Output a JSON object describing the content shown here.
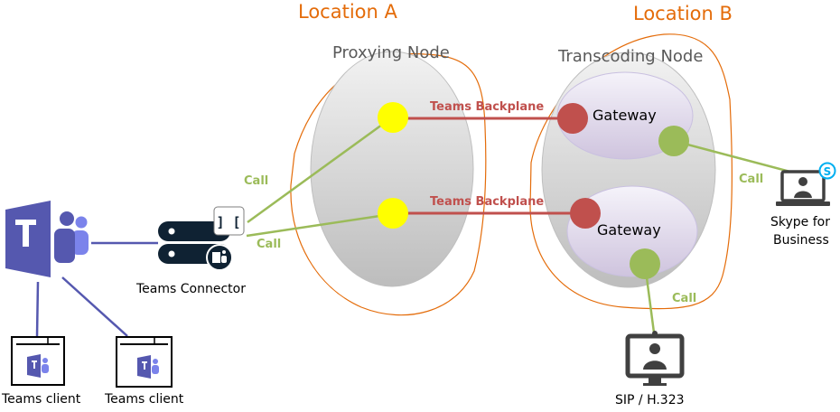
{
  "colors": {
    "teams_purple": "#5558af",
    "location_outline": "#e46c0a",
    "backplane": "#c0504d",
    "call": "#9bbb59",
    "proxy_endpoint": "#ffff00",
    "connector_dark": "#0f2233",
    "device_gray": "#404040"
  },
  "locations": [
    {
      "id": "a",
      "label": "Location A"
    },
    {
      "id": "b",
      "label": "Location B"
    }
  ],
  "nodes": {
    "proxying": {
      "label": "Proxying Node"
    },
    "transcoding": {
      "label": "Transcoding Node"
    }
  },
  "gateways": [
    {
      "label": "Gateway"
    },
    {
      "label": "Gateway"
    }
  ],
  "links": {
    "backplane_1": "Teams Backplane",
    "backplane_2": "Teams Backplane",
    "call_connector_top": "Call",
    "call_connector_bottom": "Call",
    "call_skype": "Call",
    "call_sip": "Call"
  },
  "devices": {
    "connector": {
      "label": "Teams Connector",
      "icon": "server-icon"
    },
    "client_1": {
      "label": "Teams client",
      "icon": "browser-window-icon"
    },
    "client_2": {
      "label": "Teams client",
      "icon": "browser-window-icon"
    },
    "skype": {
      "label_line1": "Skype for",
      "label_line2": "Business",
      "icon": "laptop-user-icon"
    },
    "sip": {
      "label": "SIP / H.323",
      "icon": "video-monitor-icon"
    },
    "teams_logo": {
      "icon": "microsoft-teams-logo",
      "glyph": "T"
    },
    "connector_badge": {
      "glyph": "] ["
    },
    "skype_badge": {
      "glyph": "S"
    }
  }
}
